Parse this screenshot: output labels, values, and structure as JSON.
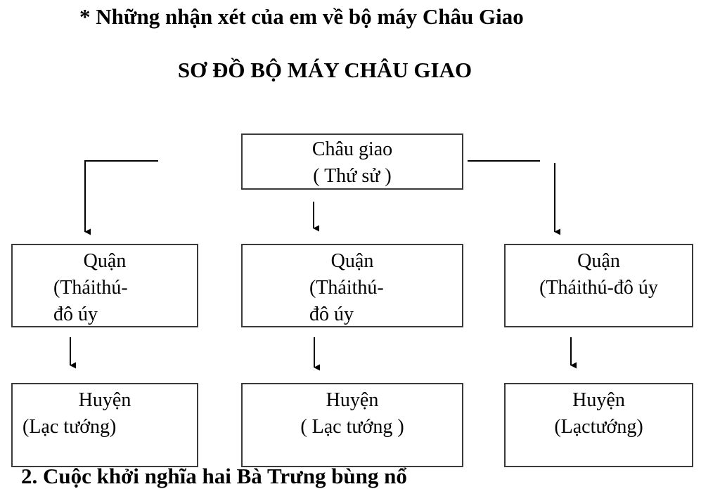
{
  "heading": "* Những nhận xét của em về bộ máy Châu Giao",
  "title": "SƠ ĐỒ BỘ MÁY CHÂU GIAO",
  "top": {
    "line1": "Châu giao",
    "line2": "( Thứ sử )"
  },
  "quan": [
    {
      "line1": "Quận",
      "line2": "(Tháithú-",
      "line3": "đô úy"
    },
    {
      "line1": "Quận",
      "line2": "(Tháithú-",
      "line3": "đô úy"
    },
    {
      "line1": "Quận",
      "line2": "(Tháithú-đô úy",
      "line3": ""
    }
  ],
  "huyen": [
    {
      "line1": "Huyện",
      "line2": "(Lạc tướng)"
    },
    {
      "line1": "Huyện",
      "line2": "( Lạc tướng )"
    },
    {
      "line1": "Huyện",
      "line2": "(Lạctướng)"
    }
  ],
  "bottom_text": "2. Cuộc khởi nghĩa hai Bà Trưng bùng nổ",
  "colors": {
    "line": "#000000",
    "box_border": "#3a3a3a",
    "text": "#000000"
  }
}
